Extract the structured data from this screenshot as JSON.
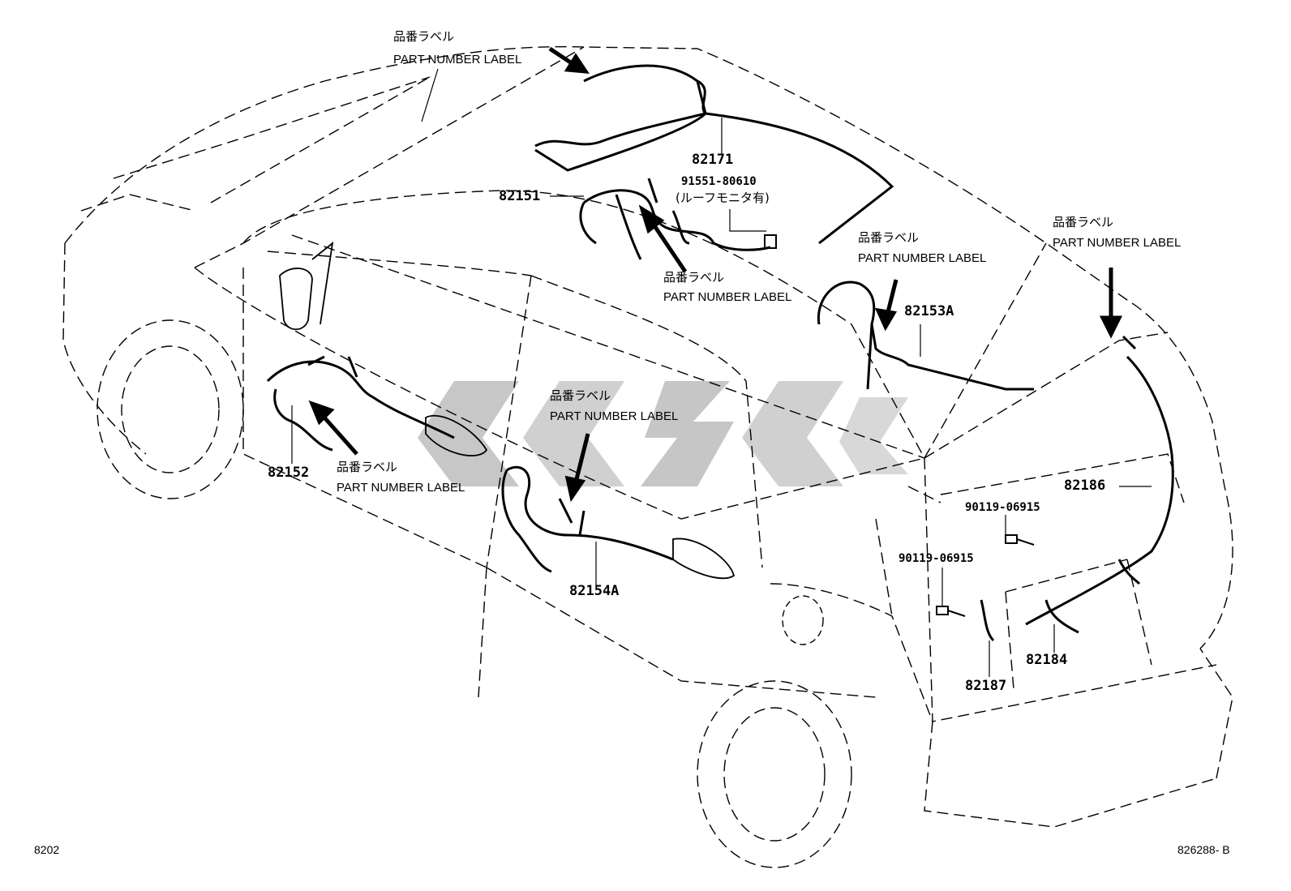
{
  "part_numbers": {
    "p82171": "82171",
    "p91551": "91551-80610",
    "p91551_note": "(ルーフモニタ有)",
    "p82151": "82151",
    "p82153A": "82153A",
    "p82152": "82152",
    "p82154A": "82154A",
    "p82186": "82186",
    "p90119_a": "90119-06915",
    "p90119_b": "90119-06915",
    "p82184": "82184",
    "p82187": "82187"
  },
  "labels": {
    "top_left_jp": "品番ラベル",
    "top_left_en": "PART NUMBER LABEL",
    "roof_jp": "品番ラベル",
    "roof_en": "PART NUMBER LABEL",
    "mid_jp": "品番ラベル",
    "mid_en": "PART NUMBER LABEL",
    "right_jp": "品番ラベル",
    "right_en": "PART NUMBER LABEL",
    "front_jp": "品番ラベル",
    "front_en": "PART NUMBER LABEL",
    "rear_door_jp": "品番ラベル",
    "rear_door_en": "PART NUMBER LABEL"
  },
  "footer": {
    "left_code": "8202",
    "right_code": "826288- B"
  },
  "colors": {
    "line": "#000000",
    "watermark": "#c4c4c4",
    "background": "#ffffff"
  }
}
